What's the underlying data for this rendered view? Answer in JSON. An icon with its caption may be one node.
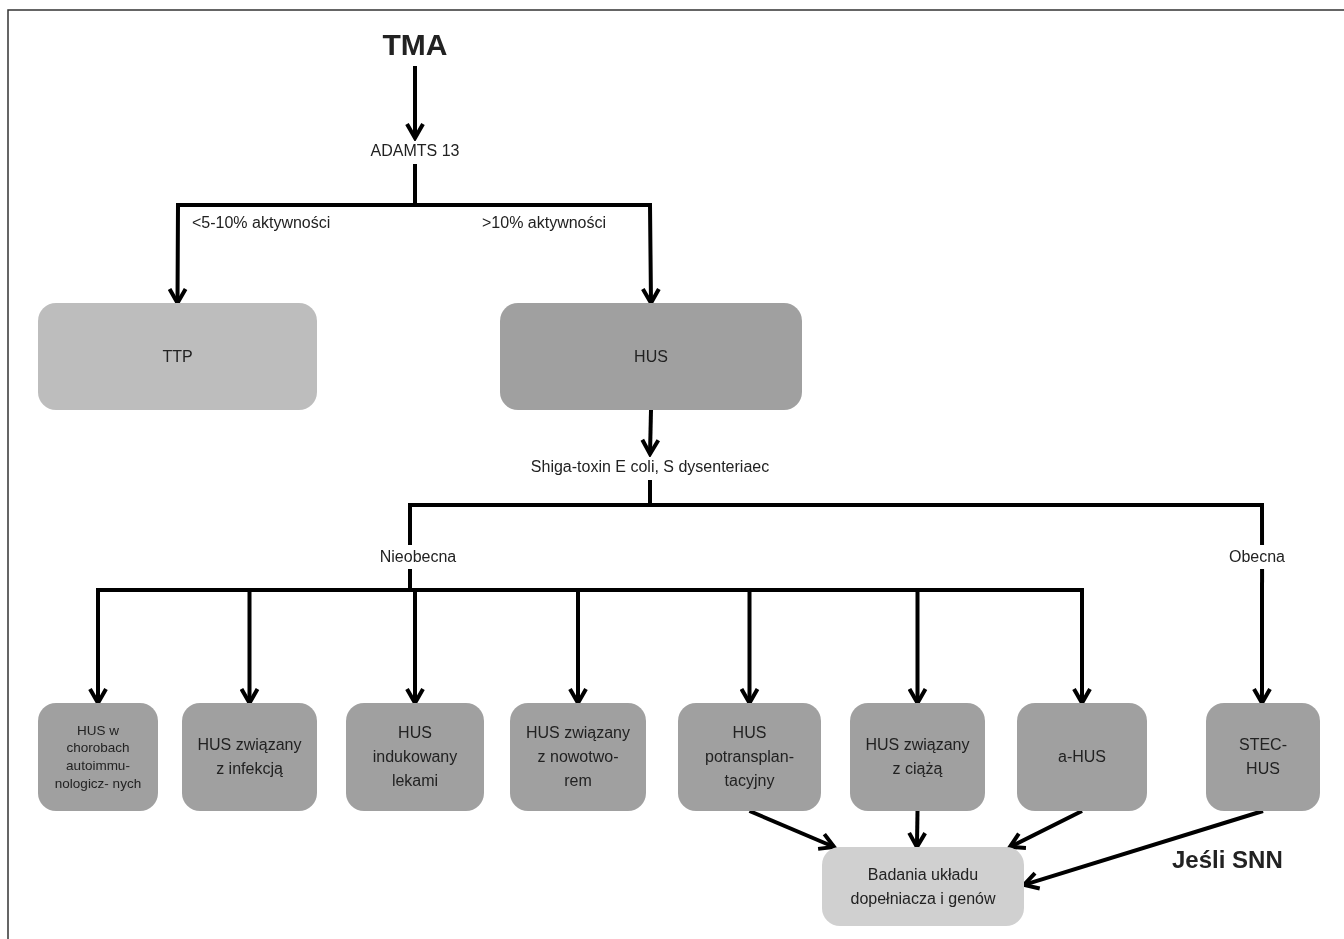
{
  "diagram": {
    "nodes": [
      {
        "text": [
          "TMA"
        ]
      },
      {
        "text": [
          "ADAMTS 13"
        ]
      },
      {
        "text": [
          "TTP"
        ]
      },
      {
        "text": [
          "HUS"
        ]
      },
      {
        "text": [
          "Shiga-toxin E coli, S dysenteriaec"
        ]
      },
      {
        "text": [
          "Nieobecna"
        ]
      },
      {
        "text": [
          "Obecna"
        ]
      },
      {
        "text": [
          "HUS w chorobach autoimmu- nologicz- nych"
        ]
      },
      {
        "text": [
          "HUS związany z infekcją"
        ]
      },
      {
        "text": [
          "HUS indukowany lekami"
        ]
      },
      {
        "text": [
          "HUS związany z nowotwo- rem"
        ]
      },
      {
        "text": [
          "HUS potransplan- tacyjny"
        ]
      },
      {
        "text": [
          "HUS związany z ciążą"
        ]
      },
      {
        "text": [
          "a-HUS"
        ]
      },
      {
        "text": [
          "STEC- HUS"
        ]
      },
      {
        "text": [
          "Badania układu dopełniacza i genów"
        ]
      }
    ],
    "edges": [
      {
        "from": 0,
        "to": 1,
        "arrow": "to"
      },
      {
        "from": 1,
        "to": 2,
        "arrow": "to",
        "label": "<5-10% aktywności"
      },
      {
        "from": 1,
        "to": 3,
        "arrow": "to",
        "label": ">10% aktywności"
      },
      {
        "from": 3,
        "to": 4,
        "arrow": "to"
      },
      {
        "from": 4,
        "to": 5,
        "arrow": "none"
      },
      {
        "from": 4,
        "to": 6,
        "arrow": "none"
      },
      {
        "from": 5,
        "to": 7,
        "arrow": "to"
      },
      {
        "from": 5,
        "to": 8,
        "arrow": "to"
      },
      {
        "from": 5,
        "to": 9,
        "arrow": "to"
      },
      {
        "from": 5,
        "to": 10,
        "arrow": "to"
      },
      {
        "from": 5,
        "to": 11,
        "arrow": "to"
      },
      {
        "from": 5,
        "to": 12,
        "arrow": "to"
      },
      {
        "from": 5,
        "to": 13,
        "arrow": "to"
      },
      {
        "from": 6,
        "to": 14,
        "arrow": "to"
      },
      {
        "from": 11,
        "to": 15,
        "arrow": "to"
      },
      {
        "from": 12,
        "to": 15,
        "arrow": "to"
      },
      {
        "from": 13,
        "to": 15,
        "arrow": "to"
      },
      {
        "from": 14,
        "to": 15,
        "arrow": "to"
      }
    ],
    "labels": [
      "Jeśli SNN"
    ]
  }
}
